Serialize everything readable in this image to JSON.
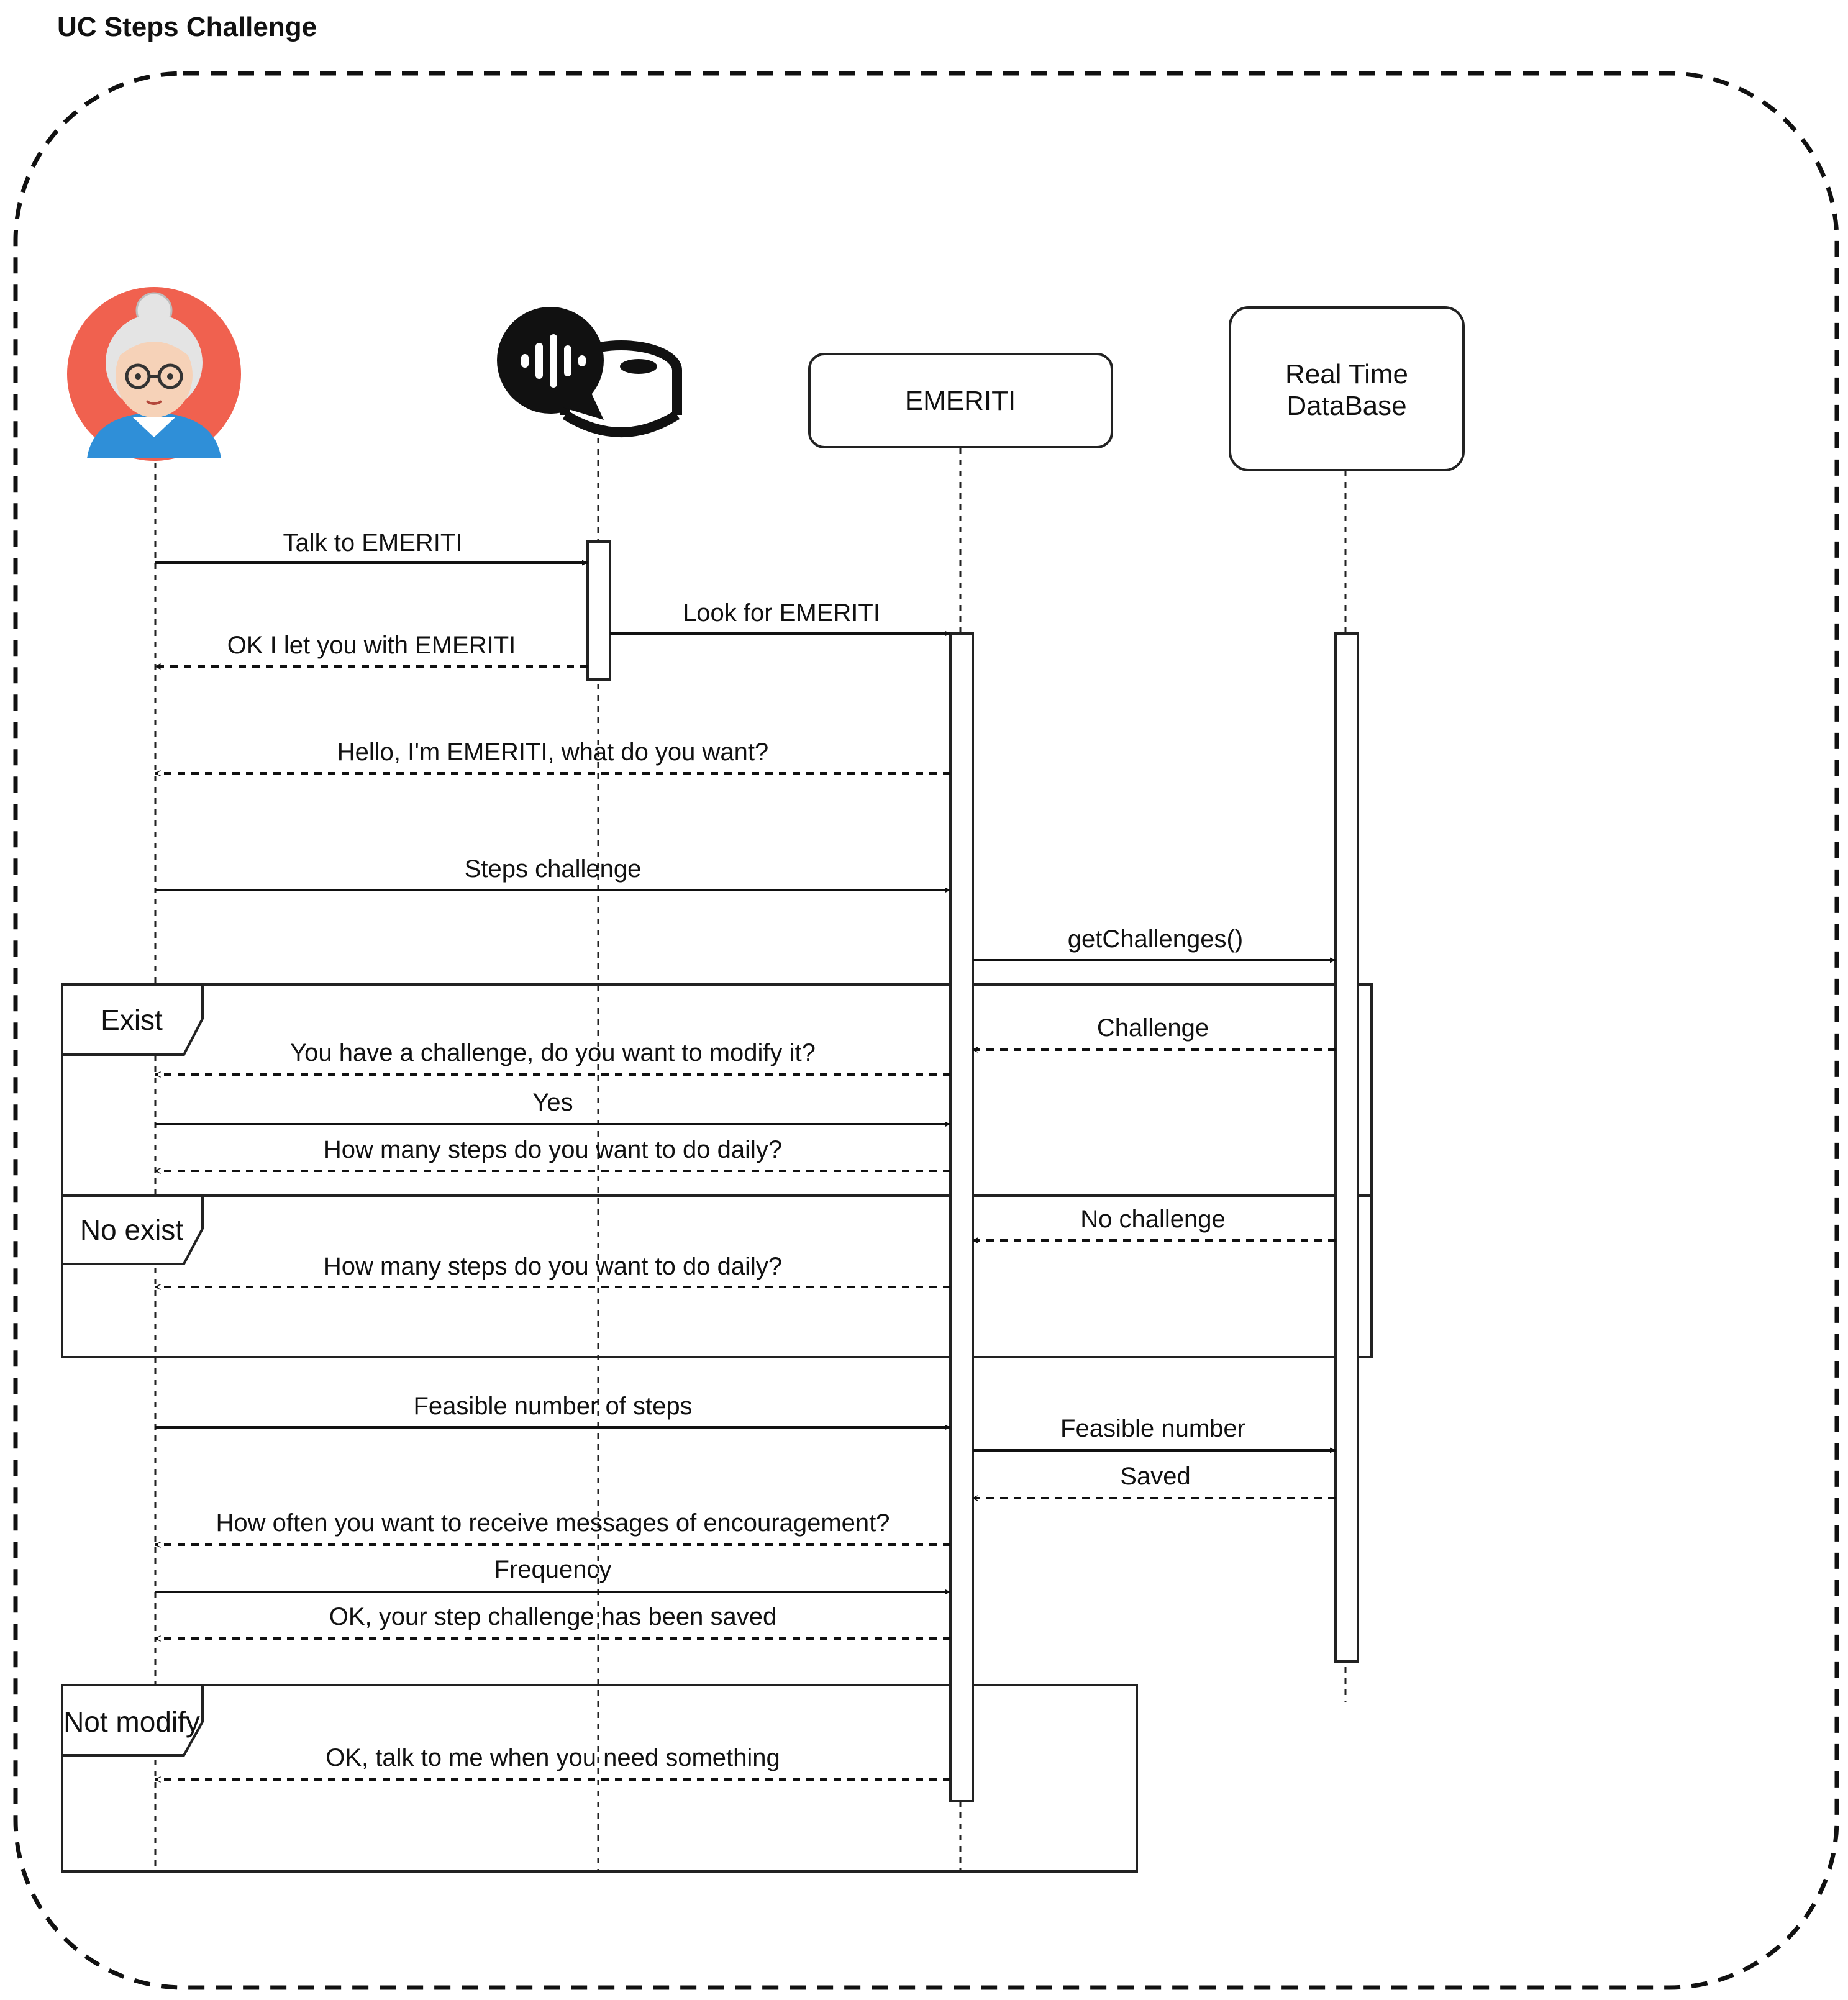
{
  "diagram": {
    "title": "UC Steps Challenge",
    "participants": {
      "user": {
        "icon": "elderly-woman-icon"
      },
      "assistant": {
        "icon": "voice-assistant-speaker-icon"
      },
      "emeriti": {
        "label": "EMERITI"
      },
      "database": {
        "label_line1": "Real Time",
        "label_line2": "DataBase"
      }
    },
    "fragments": {
      "exist": "Exist",
      "no_exist": "No exist",
      "not_modify": "Not modify"
    },
    "messages": [
      {
        "id": "m1",
        "text": "Talk to EMERITI",
        "style": "sync"
      },
      {
        "id": "m2",
        "text": "Look for EMERITI",
        "style": "sync"
      },
      {
        "id": "m3",
        "text": "OK I let you with EMERITI",
        "style": "reply"
      },
      {
        "id": "m4",
        "text": "Hello, I'm EMERITI, what do you want?",
        "style": "reply"
      },
      {
        "id": "m5",
        "text": "Steps challenge",
        "style": "sync"
      },
      {
        "id": "m6",
        "text": "getChallenges()",
        "style": "sync"
      },
      {
        "id": "m7",
        "text": "Challenge",
        "style": "reply"
      },
      {
        "id": "m8",
        "text": "You have a challenge, do you want to modify it?",
        "style": "reply"
      },
      {
        "id": "m9",
        "text": "Yes",
        "style": "sync"
      },
      {
        "id": "m10",
        "text": "How many steps do you want to do daily?",
        "style": "reply"
      },
      {
        "id": "m11",
        "text": "No challenge",
        "style": "reply"
      },
      {
        "id": "m12",
        "text": "How many steps do you want to do daily?",
        "style": "reply"
      },
      {
        "id": "m13",
        "text": "Feasible number of steps",
        "style": "sync"
      },
      {
        "id": "m14",
        "text": "Feasible number",
        "style": "sync"
      },
      {
        "id": "m15",
        "text": "Saved",
        "style": "reply"
      },
      {
        "id": "m16",
        "text": "How often you want to receive messages of encouragement?",
        "style": "reply"
      },
      {
        "id": "m17",
        "text": "Frequency",
        "style": "sync"
      },
      {
        "id": "m18",
        "text": "OK, your step challenge has been saved",
        "style": "reply"
      },
      {
        "id": "m19",
        "text": "OK, talk to me when you need something",
        "style": "reply"
      }
    ],
    "colors": {
      "avatar_background": "#F0614F",
      "avatar_clothing": "#2F8FD8",
      "line": "#111111"
    }
  }
}
